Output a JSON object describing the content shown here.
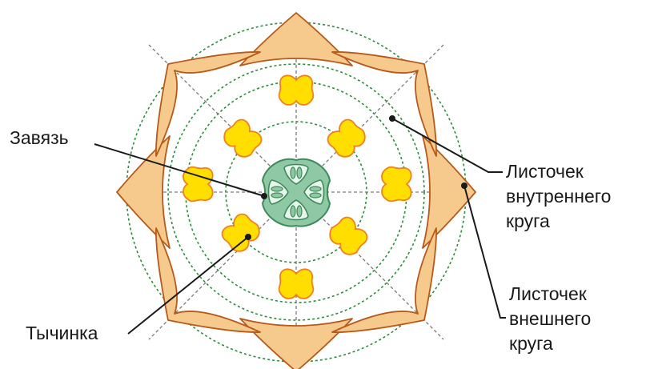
{
  "labels": {
    "ovary": "Завязь",
    "stamen": "Тычинка",
    "inner_petal": [
      "Листочек",
      "внутреннего",
      "круга"
    ],
    "outer_petal": [
      "Листочек",
      "внешнего",
      "круга"
    ]
  },
  "colors": {
    "petal_fill": "#f6c98c",
    "petal_stroke": "#b65a1c",
    "stamen_fill": "#ffde00",
    "stamen_stroke": "#f08020",
    "ovary_fill": "#8fc8a4",
    "ovary_stroke": "#3f8a5a",
    "ovary_inner": "#e8f5ec",
    "guide_circle": "#2e8b3e",
    "guide_line": "#7a7a7a"
  }
}
